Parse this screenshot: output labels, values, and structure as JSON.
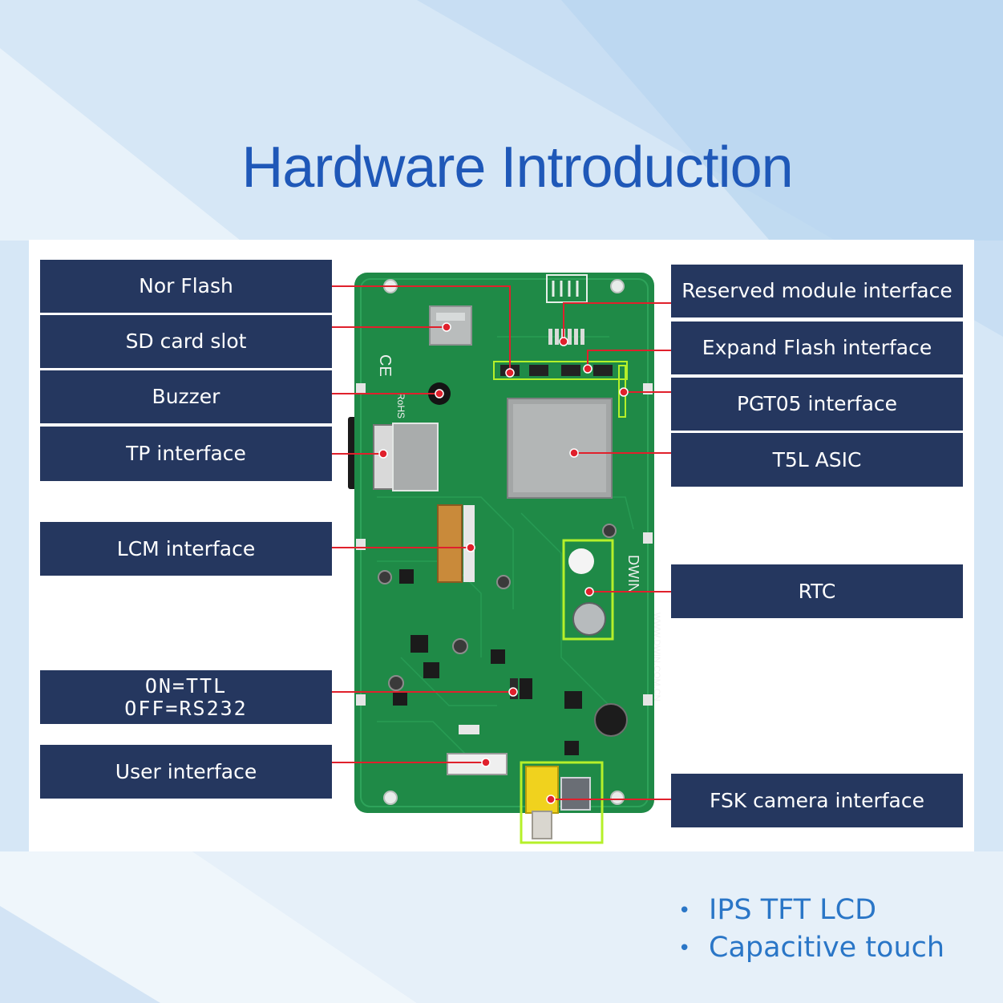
{
  "title": "Hardware Introduction",
  "colors": {
    "title": "#1f58b8",
    "label_bg": "#25375f",
    "label_text": "#ffffff",
    "leader_line": "#e0202c",
    "pcb": "#1f8a47",
    "highlight_box": "#b5f02a",
    "feature_text": "#2a76c7"
  },
  "left_labels": [
    {
      "id": "nor-flash",
      "text": "Nor Flash"
    },
    {
      "id": "sd-card-slot",
      "text": "SD card slot"
    },
    {
      "id": "buzzer",
      "text": "Buzzer"
    },
    {
      "id": "tp-interface",
      "text": "TP interface"
    },
    {
      "id": "lcm-interface",
      "text": "LCM interface"
    },
    {
      "id": "ttl-switch",
      "line1": "ON=TTL",
      "line2": "OFF=RS232"
    },
    {
      "id": "user-interface",
      "text": "User interface"
    }
  ],
  "right_labels": [
    {
      "id": "reserved-module",
      "text": "Reserved module interface"
    },
    {
      "id": "expand-flash",
      "text": "Expand Flash interface"
    },
    {
      "id": "pgt05",
      "text": "PGT05 interface"
    },
    {
      "id": "t5l-asic",
      "text": "T5L ASIC"
    },
    {
      "id": "rtc",
      "text": "RTC"
    },
    {
      "id": "fsk-camera",
      "text": "FSK camera interface"
    }
  ],
  "board_text": {
    "brand_vertical": "DWIN",
    "website_vertical": "WWW.DWIN.COM.CN",
    "rohs": "RoHS",
    "ce": "CE"
  },
  "features": [
    "IPS TFT LCD",
    "Capacitive touch"
  ]
}
